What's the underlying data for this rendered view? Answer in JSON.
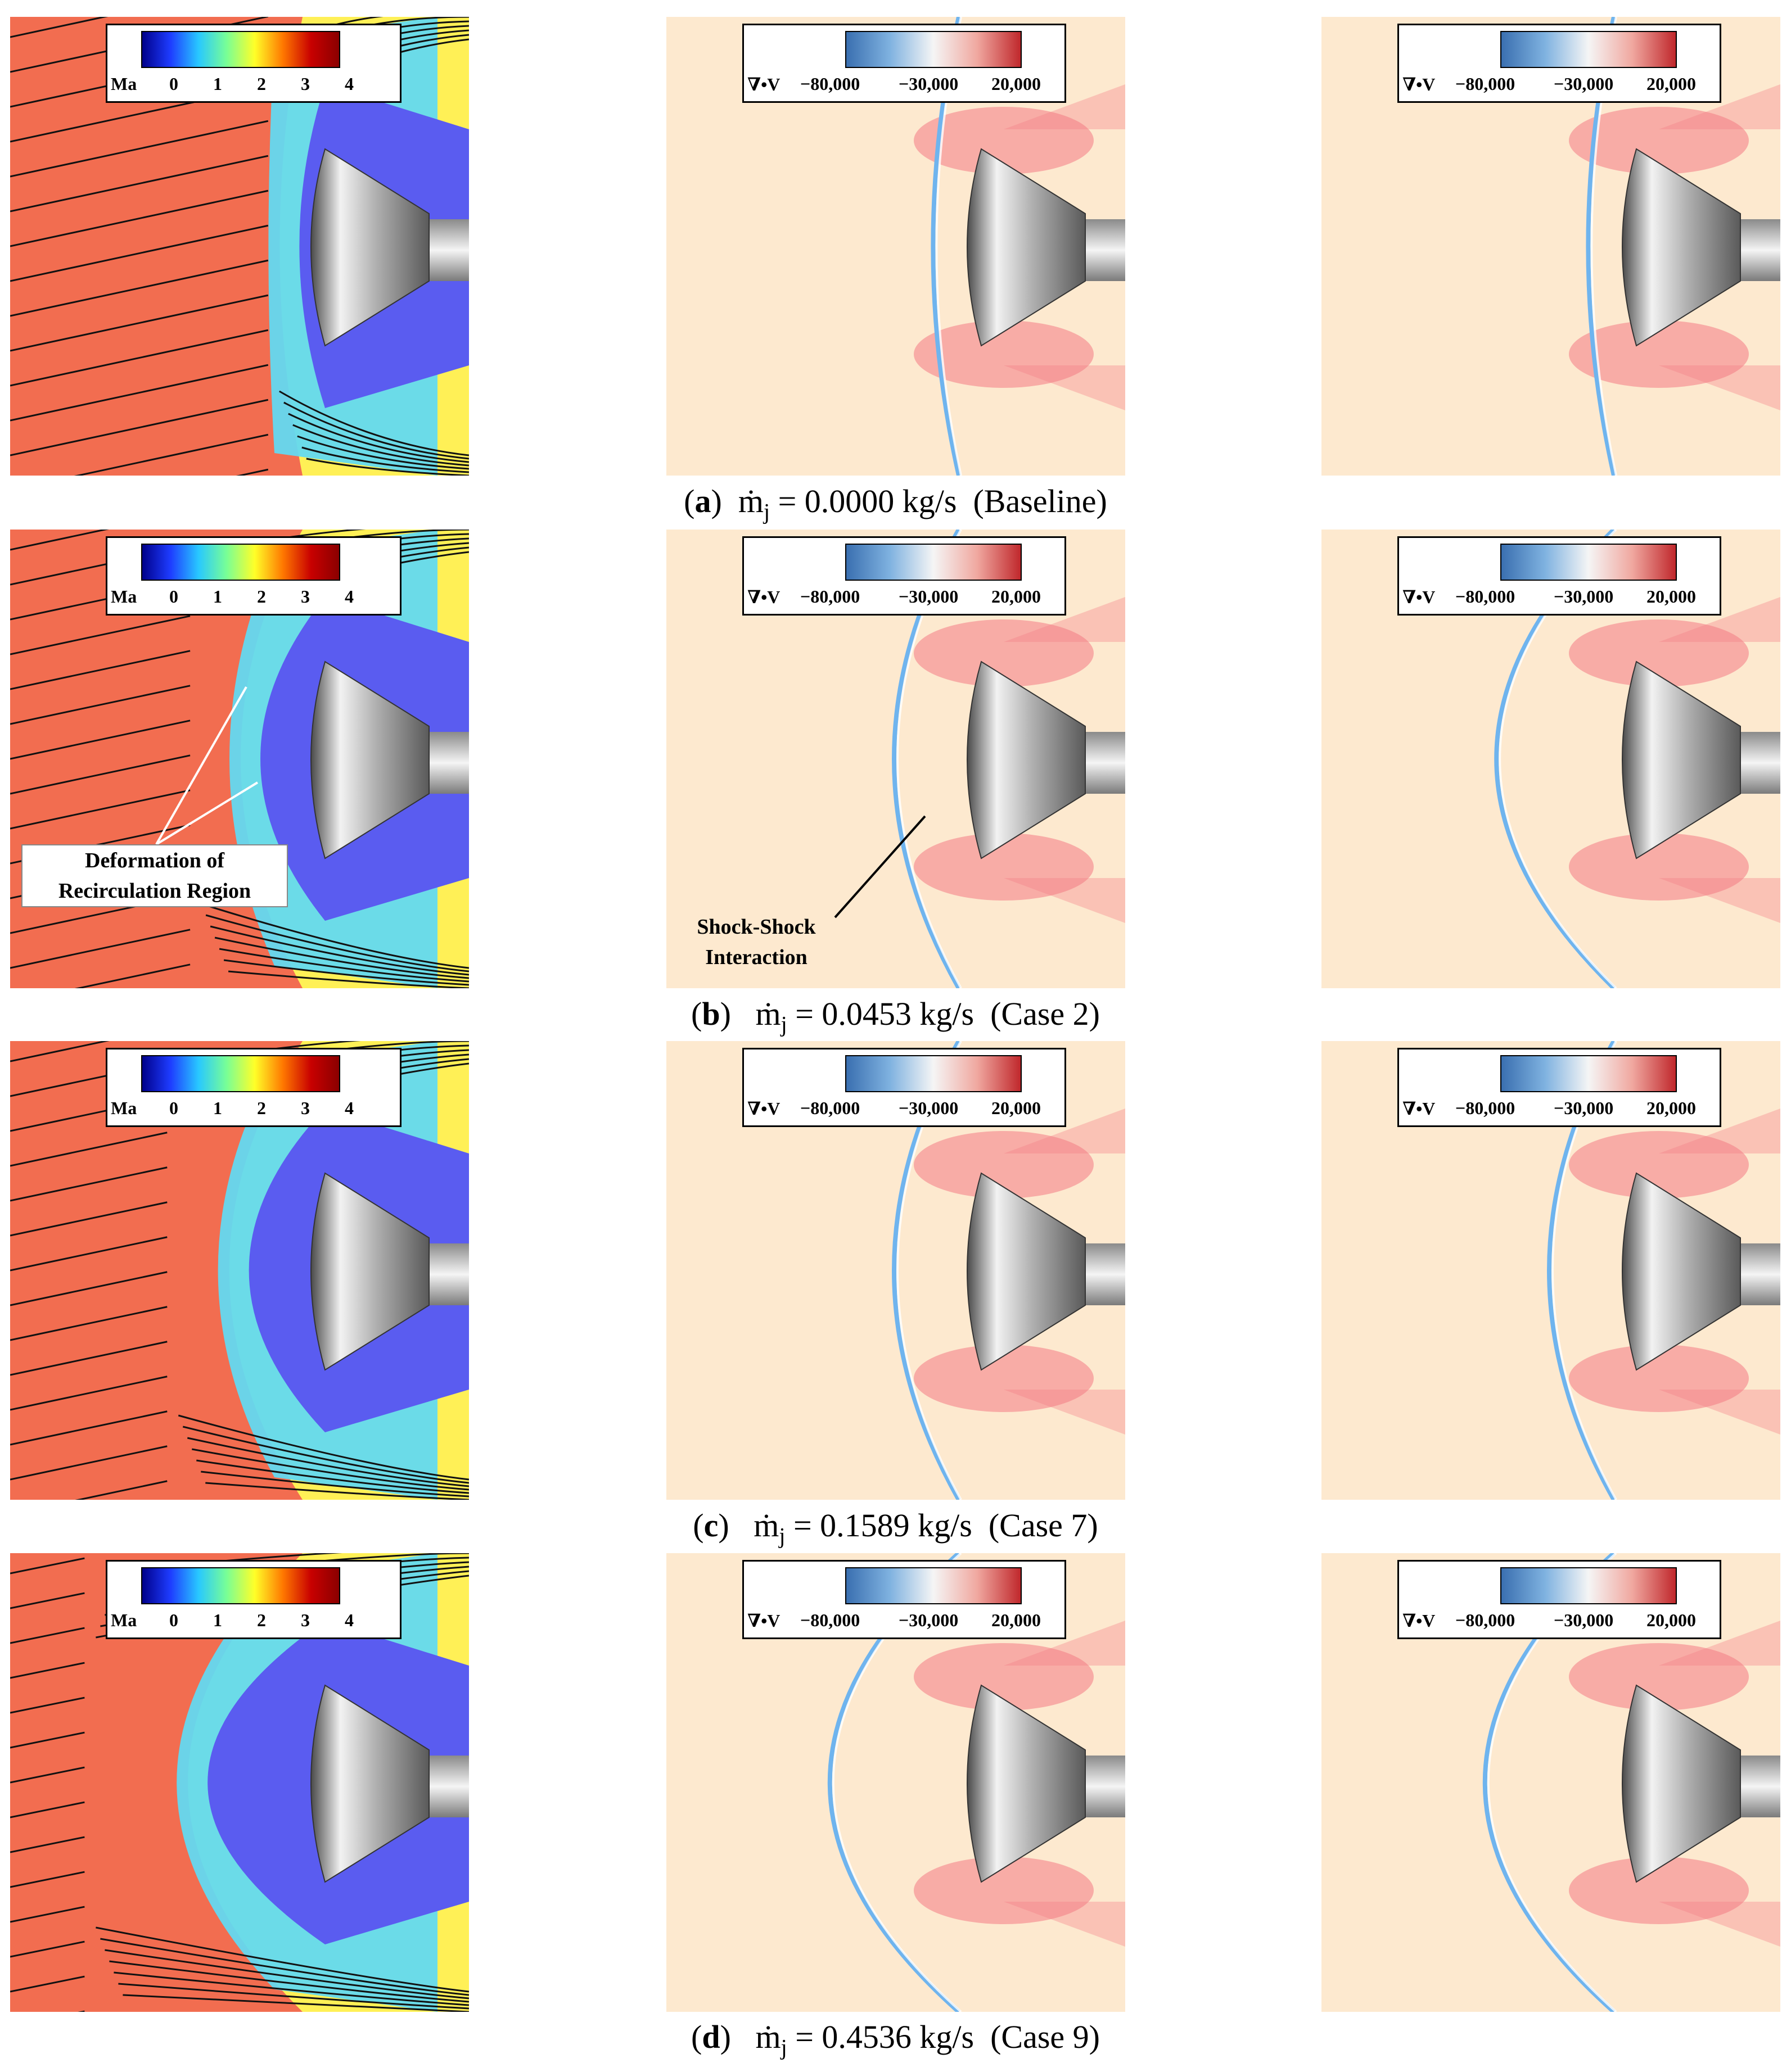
{
  "legend_mach": {
    "title": "Ma",
    "ticks": [
      "0",
      "1",
      "2",
      "3",
      "4"
    ],
    "colors": [
      "#00008b",
      "#1e3cff",
      "#28c8ff",
      "#78ff96",
      "#ffff28",
      "#ff7800",
      "#c80000",
      "#8b0000"
    ]
  },
  "legend_div": {
    "title": "∇•V",
    "ticks": [
      "−80,000",
      "−30,000",
      "20,000"
    ],
    "colors": [
      "#3a6fb0",
      "#7fb2e0",
      "#f5f5f5",
      "#f0a8a0",
      "#c0282c"
    ]
  },
  "colors": {
    "freestream_mach": "#f26d50",
    "subsonic_mach": "#5a5cf0",
    "post_shock_mach": "#fff056",
    "mid_mach": "#63d9f0",
    "div_background": "#fde9cf",
    "div_shock": "#6fb4ee",
    "div_compression": "#f47a85",
    "capsule_gray": "#9e9e9e"
  },
  "rows": [
    {
      "id": "a",
      "caption": {
        "label": "a",
        "text": "ṁ",
        "sub": "j",
        "rest": " = 0.0000 kg/s  (Baseline)"
      },
      "annotations": []
    },
    {
      "id": "b",
      "caption": {
        "label": "b",
        "text": "ṁ",
        "sub": "j",
        "rest": " = 0.0453 kg/s  (Case 2)"
      },
      "annotations": [
        {
          "panel": 0,
          "lines": [
            "Deformation of",
            "Recirculation Region"
          ]
        },
        {
          "panel": 1,
          "lines": [
            "Shock-Shock",
            "Interaction"
          ]
        }
      ]
    },
    {
      "id": "c",
      "caption": {
        "label": "c",
        "text": "ṁ",
        "sub": "j",
        "rest": " = 0.1589 kg/s  (Case 7)"
      },
      "annotations": []
    },
    {
      "id": "d",
      "caption": {
        "label": "d",
        "text": "ṁ",
        "sub": "j",
        "rest": " = 0.4536 kg/s  (Case 9)"
      },
      "annotations": []
    }
  ]
}
